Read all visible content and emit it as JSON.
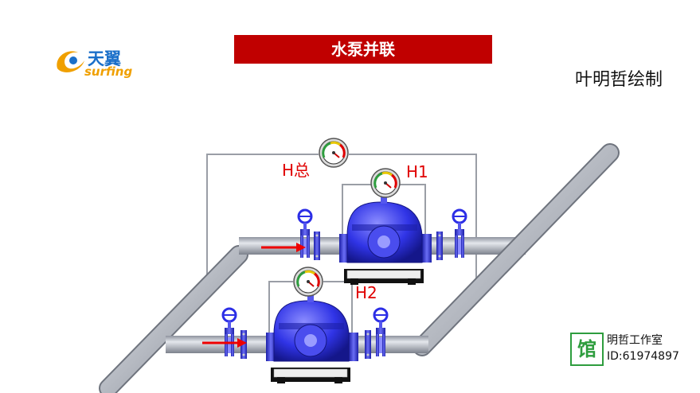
{
  "header": {
    "title": "水泵并联",
    "author": "叶明哲绘制"
  },
  "logo": {
    "cn": "天翼",
    "en": "surfing"
  },
  "labels": {
    "h_total": "H总",
    "h1": "H1",
    "h2": "H2"
  },
  "watermark": {
    "stamp": "馆",
    "studio": "明哲工作室",
    "id": "ID:61974897"
  },
  "colors": {
    "title_bg": "#c00000",
    "label": "#e00000",
    "pump": "#2c2ee6",
    "pipe": "#b8bcc6",
    "arrow": "#ee0000"
  }
}
